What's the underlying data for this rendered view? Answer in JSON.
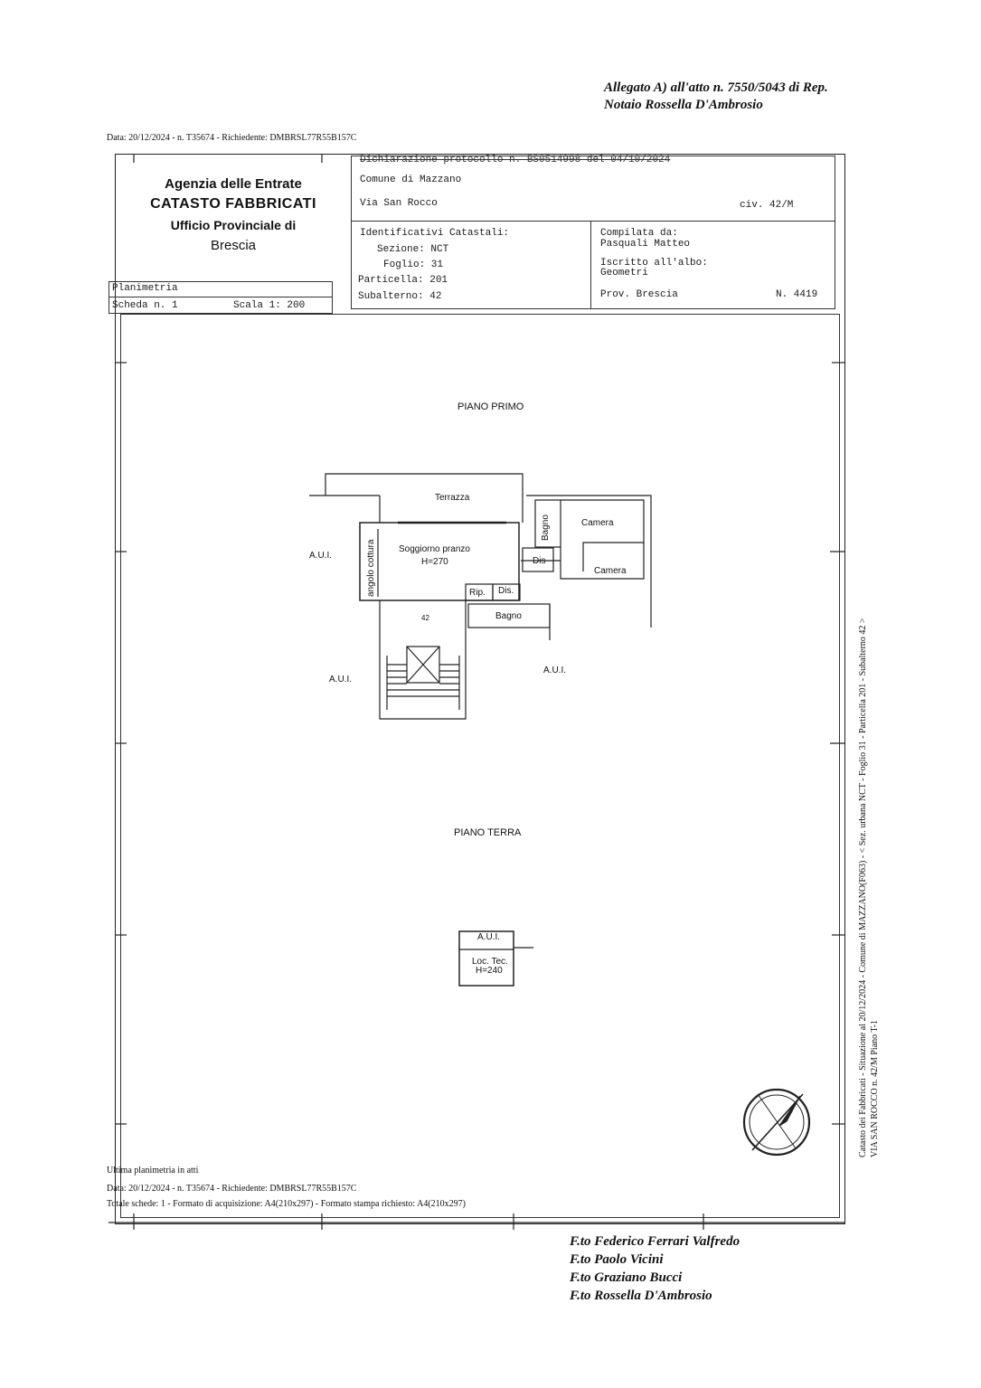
{
  "attachment": {
    "line1": "Allegato A) all'atto n. 7550/5043 di Rep.",
    "line2": "Notaio Rossella D'Ambrosio"
  },
  "top_info": "Data: 20/12/2024 - n. T35674 - Richiedente: DMBRSL77R55B157C",
  "agency": {
    "name": "Agenzia delle Entrate",
    "dept": "CATASTO FABBRICATI",
    "office": "Ufficio Provinciale di",
    "city": "Brescia"
  },
  "header": {
    "declaration": "Dichiarazione protocollo n. BS0514998 del 04/10/2024",
    "municipality": "Comune di Mazzano",
    "street": "Via San Rocco",
    "civic": "civ. 42/M",
    "identifiers_title": "Identificativi Catastali:",
    "sezione": "Sezione: NCT",
    "foglio": "Foglio: 31",
    "particella": "Particella: 201",
    "subalterno": "Subalterno: 42",
    "compiled_by_label": "Compilata da:",
    "compiled_by": "Pasquali Matteo",
    "registered_label": "Iscritto all'albo:",
    "registered": "Geometri",
    "province": "Prov. Brescia",
    "number": "N. 4419"
  },
  "sheet": {
    "planimetria": "Planimetria",
    "scheda": "Scheda n. 1",
    "scala": "Scala 1: 200"
  },
  "plan": {
    "piano_primo": "PIANO PRIMO",
    "piano_terra": "PIANO TERRA",
    "terrazza": "Terrazza",
    "bagno_vert": "Bagno",
    "camera1": "Camera",
    "camera2": "Camera",
    "soggiorno": "Soggiorno pranzo",
    "soggiorno_h": "H=270",
    "angolo": "angolo cottura",
    "dis1": "Dis",
    "rip": "Rip.",
    "dis2": "Dis.",
    "bagno": "Bagno",
    "unit": "42",
    "aui_left": "A.U.I.",
    "aui_stair": "A.U.I.",
    "aui_right": "A.U.I.",
    "aui_small": "A.U.I.",
    "loc_tec": "Loc. Tec.",
    "loc_tec_h": "H=240"
  },
  "footer": {
    "ultima": "Ultima planimetria in atti",
    "data": "Data: 20/12/2024 - n. T35674 - Richiedente: DMBRSL77R55B157C",
    "totale": "Totale schede: 1 - Formato di acquisizione: A4(210x297) - Formato stampa richiesto: A4(210x297)"
  },
  "vertical": {
    "line1": "Catasto dei Fabbricati - Situazione al 20/12/2024 - Comune di MAZZANO(F063) - < Sez. urbana NCT - Foglio 31 - Particella 201 - Subalterno 42 >",
    "line2": "VIA SAN ROCCO n. 42/M Piano T-1"
  },
  "signatures": [
    "F.to Federico Ferrari Valfredo",
    "F.to Paolo Vicini",
    "F.to Graziano Bucci",
    "F.to Rossella D'Ambrosio"
  ]
}
